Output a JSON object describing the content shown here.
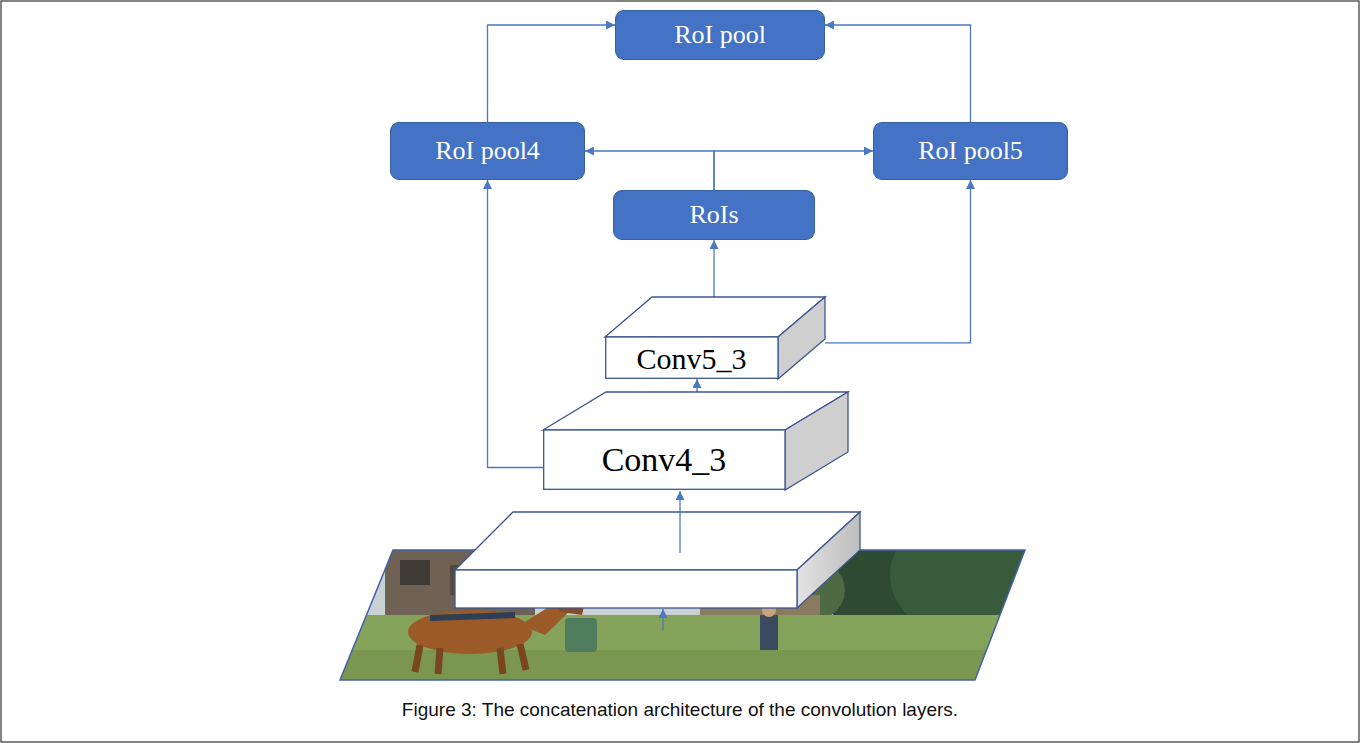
{
  "diagram": {
    "caption": "Figure 3: The concatenation architecture of the convolution layers.",
    "nodes": [
      {
        "text": [
          "RoI pool"
        ]
      },
      {
        "text": [
          "RoI pool4"
        ]
      },
      {
        "text": [
          "RoI pool5"
        ]
      },
      {
        "text": [
          "RoIs"
        ]
      },
      {
        "text": [
          "Conv5_3"
        ]
      },
      {
        "text": [
          "Conv4_3"
        ]
      }
    ],
    "edges": [
      {
        "from": 1,
        "to": 0,
        "arrow": "to"
      },
      {
        "from": 2,
        "to": 0,
        "arrow": "to"
      },
      {
        "from": 3,
        "to": 1,
        "arrow": "to"
      },
      {
        "from": 3,
        "to": 2,
        "arrow": "to"
      },
      {
        "from": 4,
        "to": 3,
        "arrow": "to"
      },
      {
        "from": 5,
        "to": 1,
        "arrow": "to"
      },
      {
        "from": 4,
        "to": 2,
        "arrow": "to"
      },
      {
        "from": 5,
        "to": 4,
        "arrow": "to"
      }
    ]
  }
}
